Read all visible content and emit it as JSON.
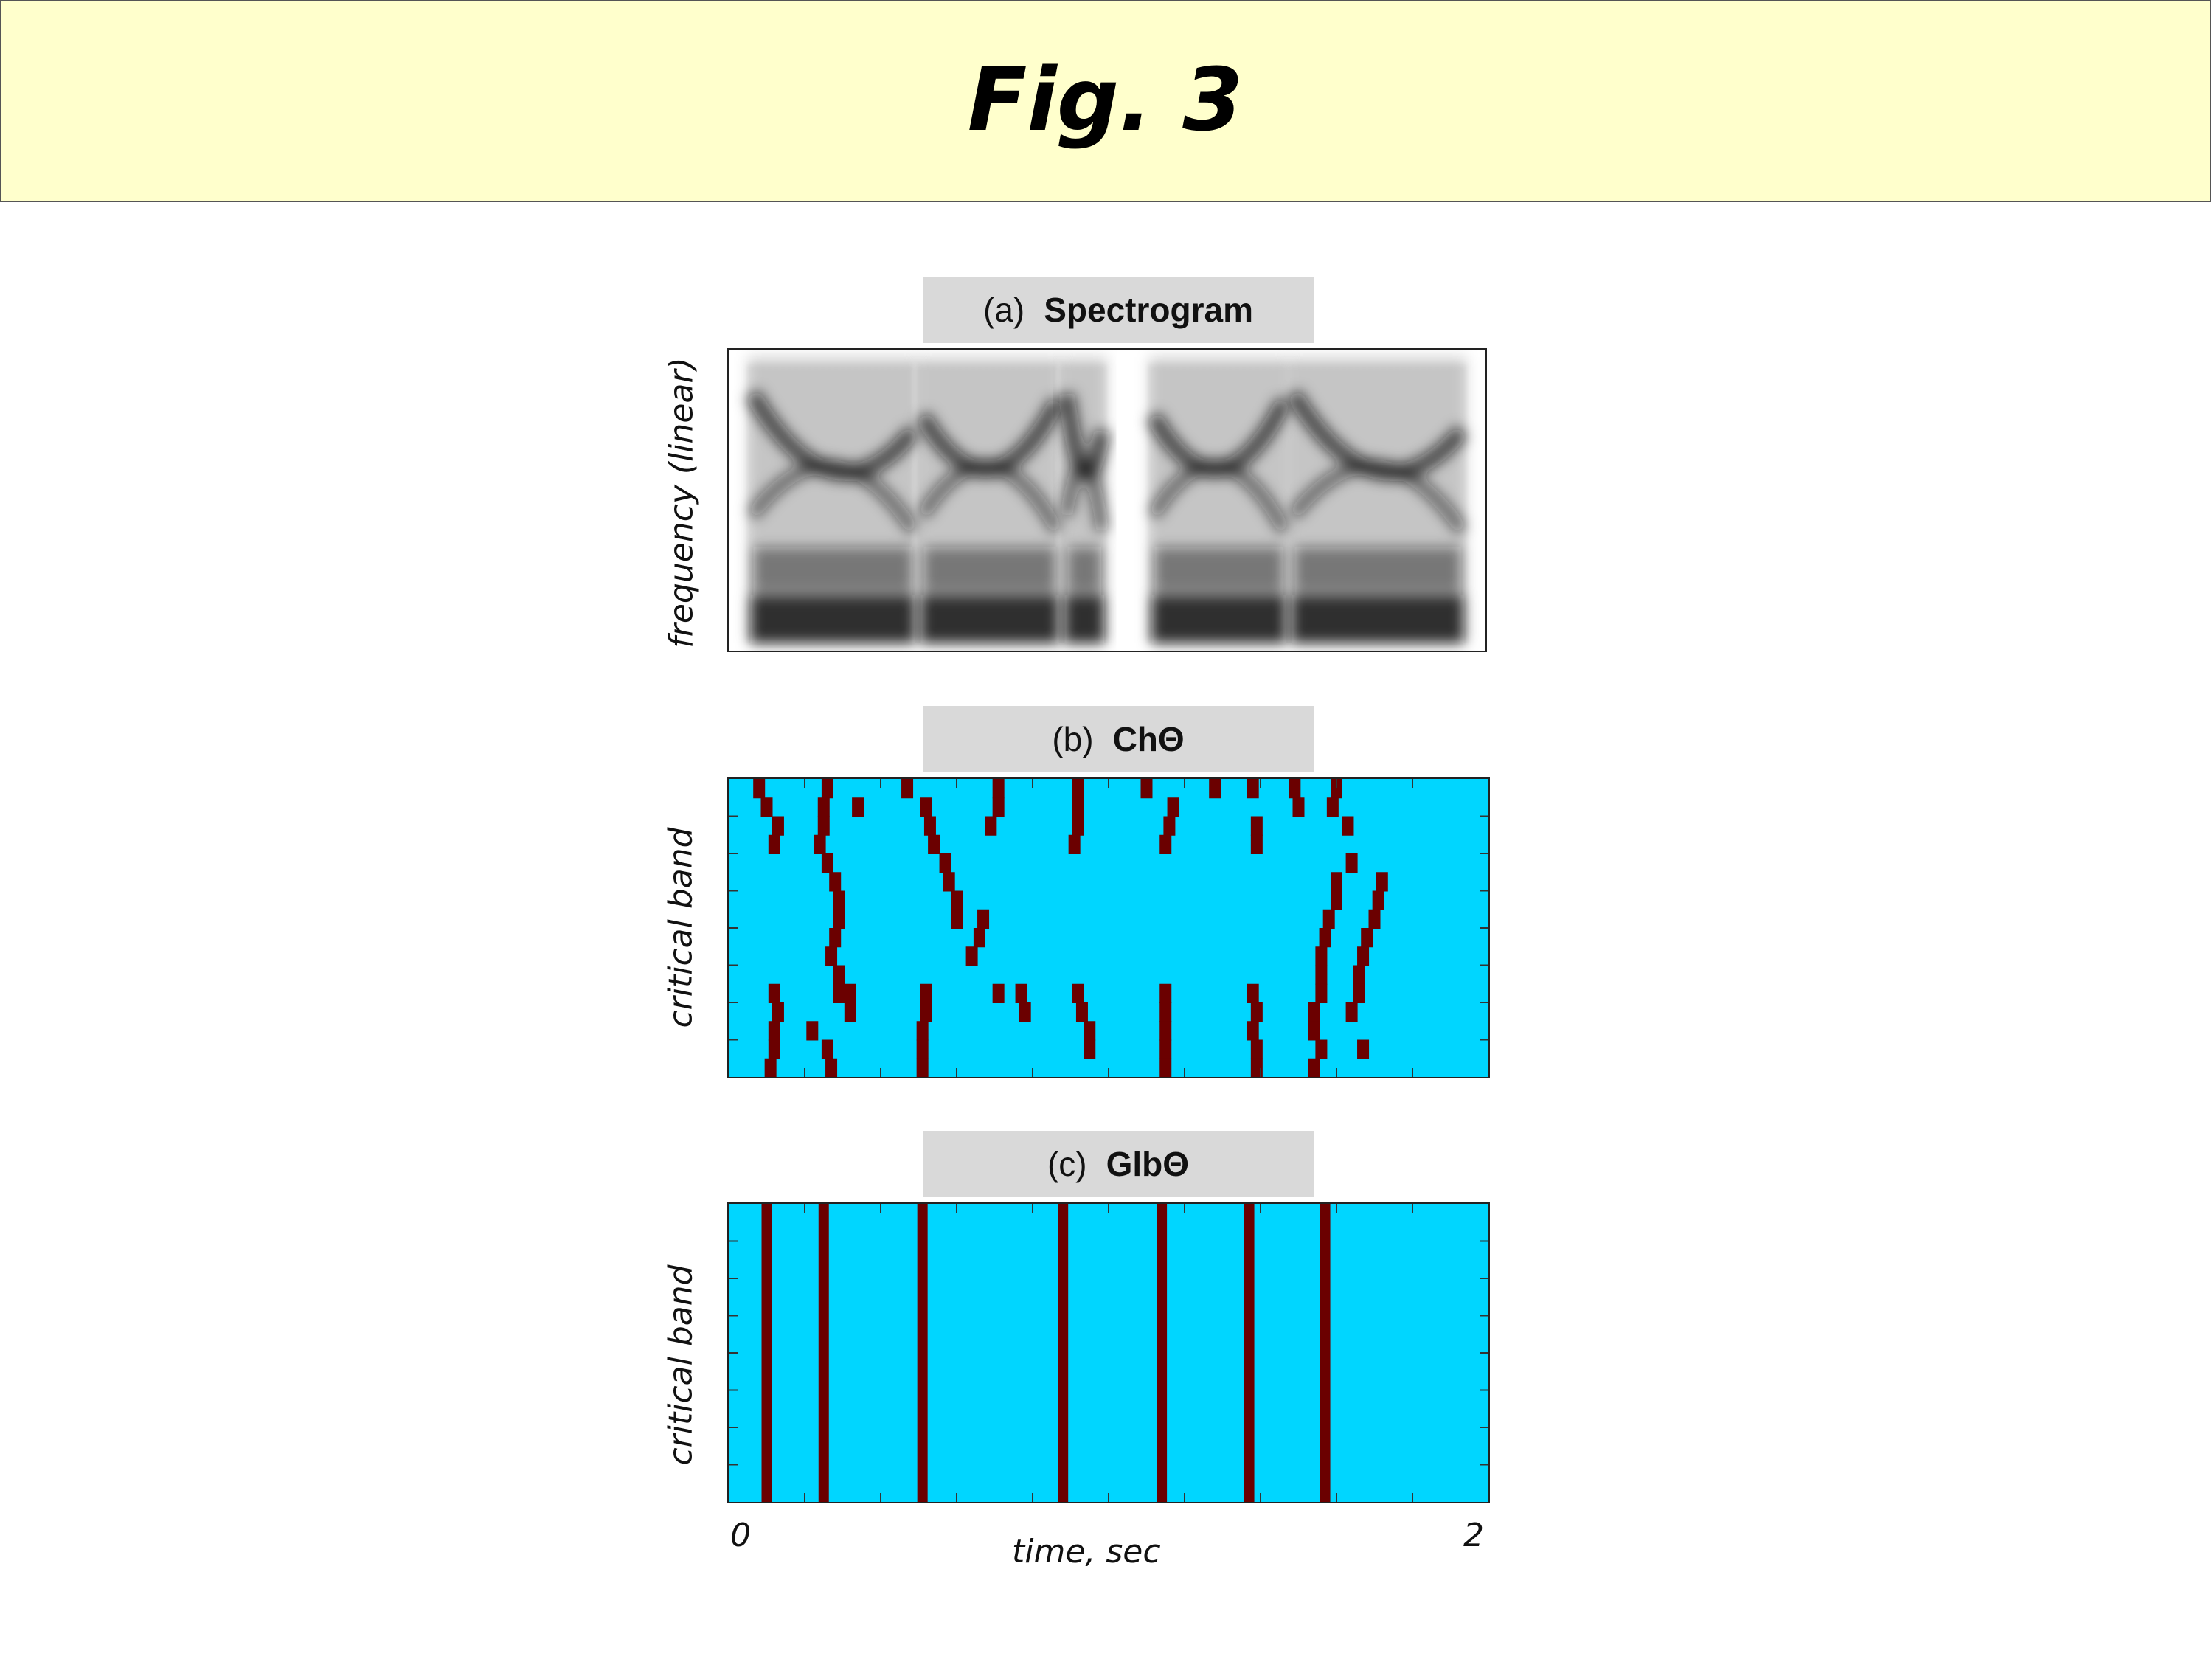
{
  "header": {
    "title": "Fig. 3"
  },
  "colors": {
    "background": "#00d6ff",
    "mark": "#6b0000",
    "spectrogram_ink": "#111111"
  },
  "chart_data": [
    {
      "type": "heatmap",
      "panel": "(a)",
      "title": "Spectrogram",
      "ylabel": "frequency (linear)",
      "xlim": [
        0,
        2
      ],
      "note_colormap": "grayscale",
      "segments": [
        {
          "start": 0.05,
          "end": 0.5
        },
        {
          "start": 0.5,
          "end": 0.88
        },
        {
          "start": 0.88,
          "end": 1.0
        },
        {
          "start": 1.11,
          "end": 1.48
        },
        {
          "start": 1.48,
          "end": 1.95
        }
      ]
    },
    {
      "type": "heatmap",
      "panel": "(b)",
      "title": "ChΘ",
      "ylabel": "critical band",
      "xlim": [
        0,
        2
      ],
      "n_bands": 16,
      "background_color": "#00d6ff",
      "mark_color": "#6b0000",
      "marks": [
        [
          0.08,
          16
        ],
        [
          0.1,
          15
        ],
        [
          0.13,
          14
        ],
        [
          0.12,
          13
        ],
        [
          0.26,
          16
        ],
        [
          0.25,
          15
        ],
        [
          0.25,
          14
        ],
        [
          0.24,
          13
        ],
        [
          0.26,
          12
        ],
        [
          0.28,
          11
        ],
        [
          0.29,
          10
        ],
        [
          0.29,
          9
        ],
        [
          0.28,
          8
        ],
        [
          0.27,
          7
        ],
        [
          0.29,
          6
        ],
        [
          0.32,
          5
        ],
        [
          0.32,
          4
        ],
        [
          0.34,
          15
        ],
        [
          0.12,
          5
        ],
        [
          0.13,
          4
        ],
        [
          0.12,
          3
        ],
        [
          0.12,
          2
        ],
        [
          0.11,
          1
        ],
        [
          0.22,
          3
        ],
        [
          0.26,
          2
        ],
        [
          0.27,
          1
        ],
        [
          0.29,
          5
        ],
        [
          0.47,
          16
        ],
        [
          0.52,
          15
        ],
        [
          0.53,
          14
        ],
        [
          0.54,
          13
        ],
        [
          0.57,
          12
        ],
        [
          0.58,
          11
        ],
        [
          0.6,
          10
        ],
        [
          0.6,
          9
        ],
        [
          0.67,
          9
        ],
        [
          0.66,
          8
        ],
        [
          0.64,
          7
        ],
        [
          0.52,
          5
        ],
        [
          0.52,
          4
        ],
        [
          0.51,
          3
        ],
        [
          0.51,
          2
        ],
        [
          0.51,
          1
        ],
        [
          0.71,
          16
        ],
        [
          0.71,
          15
        ],
        [
          0.69,
          14
        ],
        [
          0.71,
          5
        ],
        [
          0.77,
          5
        ],
        [
          0.78,
          4
        ],
        [
          0.92,
          16
        ],
        [
          0.92,
          15
        ],
        [
          0.92,
          14
        ],
        [
          0.91,
          13
        ],
        [
          0.92,
          5
        ],
        [
          0.93,
          4
        ],
        [
          0.95,
          3
        ],
        [
          0.95,
          2
        ],
        [
          1.1,
          16
        ],
        [
          1.17,
          15
        ],
        [
          1.16,
          14
        ],
        [
          1.15,
          13
        ],
        [
          1.15,
          5
        ],
        [
          1.15,
          4
        ],
        [
          1.15,
          3
        ],
        [
          1.15,
          2
        ],
        [
          1.15,
          1
        ],
        [
          1.28,
          16
        ],
        [
          1.38,
          16
        ],
        [
          1.39,
          14
        ],
        [
          1.39,
          13
        ],
        [
          1.38,
          5
        ],
        [
          1.39,
          4
        ],
        [
          1.38,
          3
        ],
        [
          1.39,
          2
        ],
        [
          1.39,
          1
        ],
        [
          1.49,
          16
        ],
        [
          1.5,
          15
        ],
        [
          1.63,
          14
        ],
        [
          1.64,
          12
        ],
        [
          1.6,
          11
        ],
        [
          1.6,
          10
        ],
        [
          1.58,
          9
        ],
        [
          1.57,
          8
        ],
        [
          1.56,
          7
        ],
        [
          1.56,
          6
        ],
        [
          1.56,
          5
        ],
        [
          1.54,
          4
        ],
        [
          1.54,
          3
        ],
        [
          1.56,
          2
        ],
        [
          1.54,
          1
        ],
        [
          1.6,
          16
        ],
        [
          1.59,
          15
        ],
        [
          1.72,
          11
        ],
        [
          1.71,
          10
        ],
        [
          1.7,
          9
        ],
        [
          1.68,
          8
        ],
        [
          1.67,
          7
        ],
        [
          1.66,
          6
        ],
        [
          1.66,
          5
        ],
        [
          1.64,
          4
        ],
        [
          1.67,
          2
        ]
      ]
    },
    {
      "type": "heatmap",
      "panel": "(c)",
      "title": "GlbΘ",
      "ylabel": "critical band",
      "xlabel": "time, sec",
      "xlim": [
        0,
        2
      ],
      "x_ticks": [
        "0",
        "2"
      ],
      "n_bands": 16,
      "background_color": "#00d6ff",
      "mark_color": "#6b0000",
      "events": [
        0.1,
        0.25,
        0.51,
        0.88,
        1.14,
        1.37,
        1.57
      ]
    }
  ]
}
